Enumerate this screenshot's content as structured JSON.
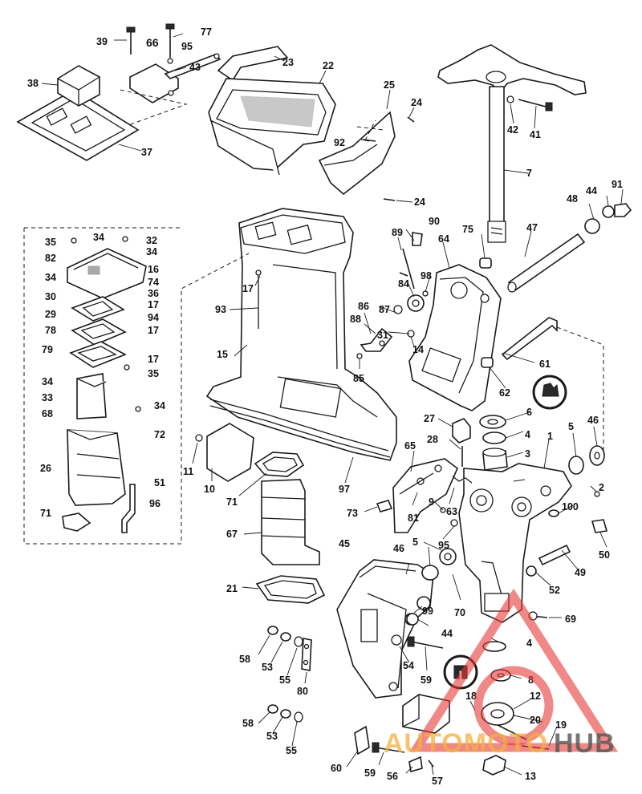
{
  "diagram": {
    "part_numbers": {
      "n1": "1",
      "n2": "2",
      "n3": "3",
      "n4a": "4",
      "n4b": "4",
      "n5a": "5",
      "n5b": "5",
      "n6": "6",
      "n7": "7",
      "n8": "8",
      "n9": "9",
      "n10": "10",
      "n11": "11",
      "n12": "12",
      "n13": "13",
      "n14": "14",
      "n15": "15",
      "n16": "16",
      "n17a": "17",
      "n17b": "17",
      "n17c": "17",
      "n17d": "17",
      "n18": "18",
      "n19": "19",
      "n20": "20",
      "n21": "21",
      "n22": "22",
      "n23": "23",
      "n24a": "24",
      "n24b": "24",
      "n25": "25",
      "n26": "26",
      "n27": "27",
      "n28": "28",
      "n29": "29",
      "n30": "30",
      "n31": "31",
      "n32": "32",
      "n33": "33",
      "n34a": "34",
      "n34b": "34",
      "n34c": "34",
      "n34d": "34",
      "n34e": "34",
      "n35a": "35",
      "n35b": "35",
      "n36": "36",
      "n37": "37",
      "n38": "38",
      "n39": "39",
      "n41": "41",
      "n42": "42",
      "n43": "43",
      "n44a": "44",
      "n44b": "44",
      "n45": "45",
      "n46a": "46",
      "n46b": "46",
      "n47": "47",
      "n48": "48",
      "n49": "49",
      "n50": "50",
      "n51": "51",
      "n52": "52",
      "n53a": "53",
      "n53b": "53",
      "n54": "54",
      "n55a": "55",
      "n55b": "55",
      "n56": "56",
      "n57": "57",
      "n58a": "58",
      "n58b": "58",
      "n59a": "59",
      "n59b": "59",
      "n60": "60",
      "n61": "61",
      "n62": "62",
      "n63": "63",
      "n64": "64",
      "n65": "65",
      "n66": "66",
      "n67": "67",
      "n68": "68",
      "n69": "69",
      "n70": "70",
      "n71a": "71",
      "n71b": "71",
      "n72": "72",
      "n73": "73",
      "n74": "74",
      "n75": "75",
      "n77": "77",
      "n78": "78",
      "n79": "79",
      "n80": "80",
      "n81": "81",
      "n82": "82",
      "n84": "84",
      "n85": "85",
      "n86": "86",
      "n87": "87",
      "n88": "88",
      "n89": "89",
      "n90": "90",
      "n91": "91",
      "n92": "92",
      "n93": "93",
      "n94": "94",
      "n95a": "95",
      "n95b": "95",
      "n96": "96",
      "n97": "97",
      "n98": "98",
      "n99": "99",
      "n100": "100"
    }
  },
  "watermark": {
    "brand_part1": "AUTOMOTO",
    "brand_part2": "HUB",
    "ring_color": "#e53935",
    "part1_color": "#f5b041",
    "part2_color": "#555555"
  }
}
